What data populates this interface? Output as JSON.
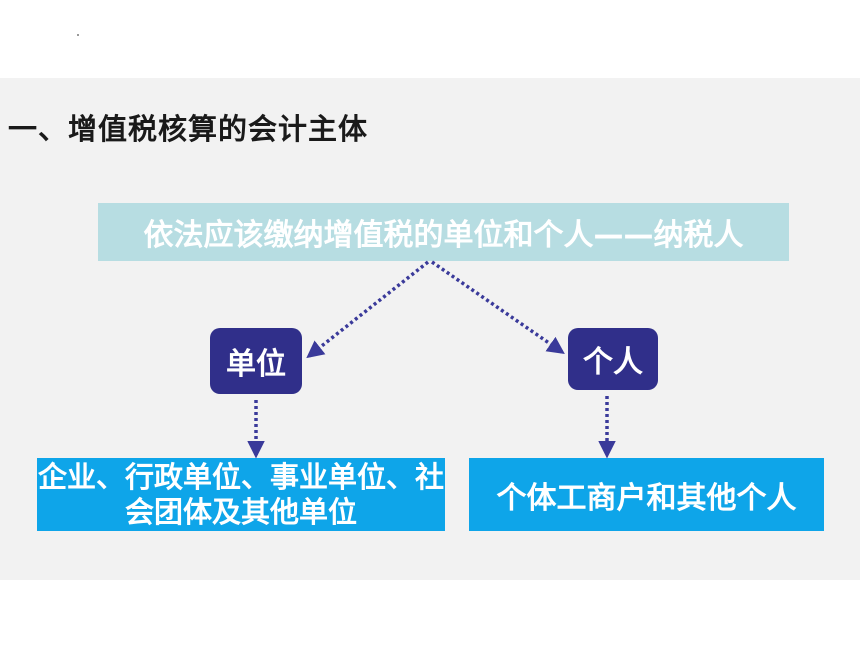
{
  "title": "一、增值税核算的会计主体",
  "top_box": "依法应该缴纳增值税的单位和个人——纳税人",
  "node_unit": "单位",
  "node_person": "个人",
  "leaf_unit": "企业、行政单位、事业单位、社会团体及其他单位",
  "leaf_person": "个体工商户和其他个人",
  "colors": {
    "top_box": "#b7dde2",
    "node": "#302f8a",
    "leaf": "#0ea5e9",
    "arrow": "#3a3a9a"
  }
}
